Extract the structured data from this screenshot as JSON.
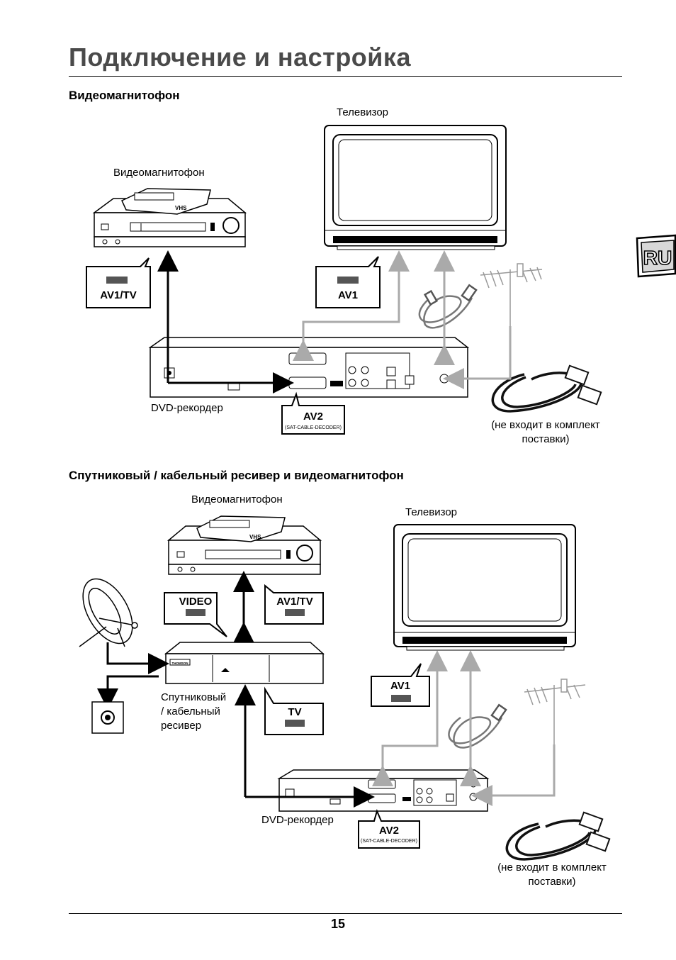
{
  "header": {
    "title": "Подключение и настройка"
  },
  "lang_tab": {
    "label": "RU"
  },
  "section1": {
    "heading": "Видеомагнитофон",
    "tv_label": "Телевизор",
    "vcr_label": "Видеомагнитофон",
    "dvd_label": "DVD-рекордер",
    "ports": {
      "vcr": "AV1/TV",
      "tv": "AV1",
      "dvd_main": "AV2",
      "dvd_sub": "(SAT-CABLE-DECODER)"
    },
    "vcr_brand": "VHS",
    "cable_note": [
      "(не входит в комплект",
      "поставки)"
    ]
  },
  "section2": {
    "heading": "Спутниковый / кабельный ресивер и видеомагнитофон",
    "vcr_label": "Видеомагнитофон",
    "tv_label": "Телевизор",
    "receiver_label": [
      "Спутниковый",
      "/ кабельный",
      "ресивер"
    ],
    "dvd_label": "DVD-рекордер",
    "ports": {
      "video": "VIDEO",
      "vcr": "AV1/TV",
      "tv_receiver": "TV",
      "tv": "AV1",
      "dvd_main": "AV2",
      "dvd_sub": "(SAT-CABLE-DECODER)"
    },
    "vcr_brand": "VHS",
    "receiver_brand": "THOMSON",
    "cable_note": [
      "(не входит в комплект",
      "поставки)"
    ]
  },
  "footer": {
    "page_number": "15"
  }
}
